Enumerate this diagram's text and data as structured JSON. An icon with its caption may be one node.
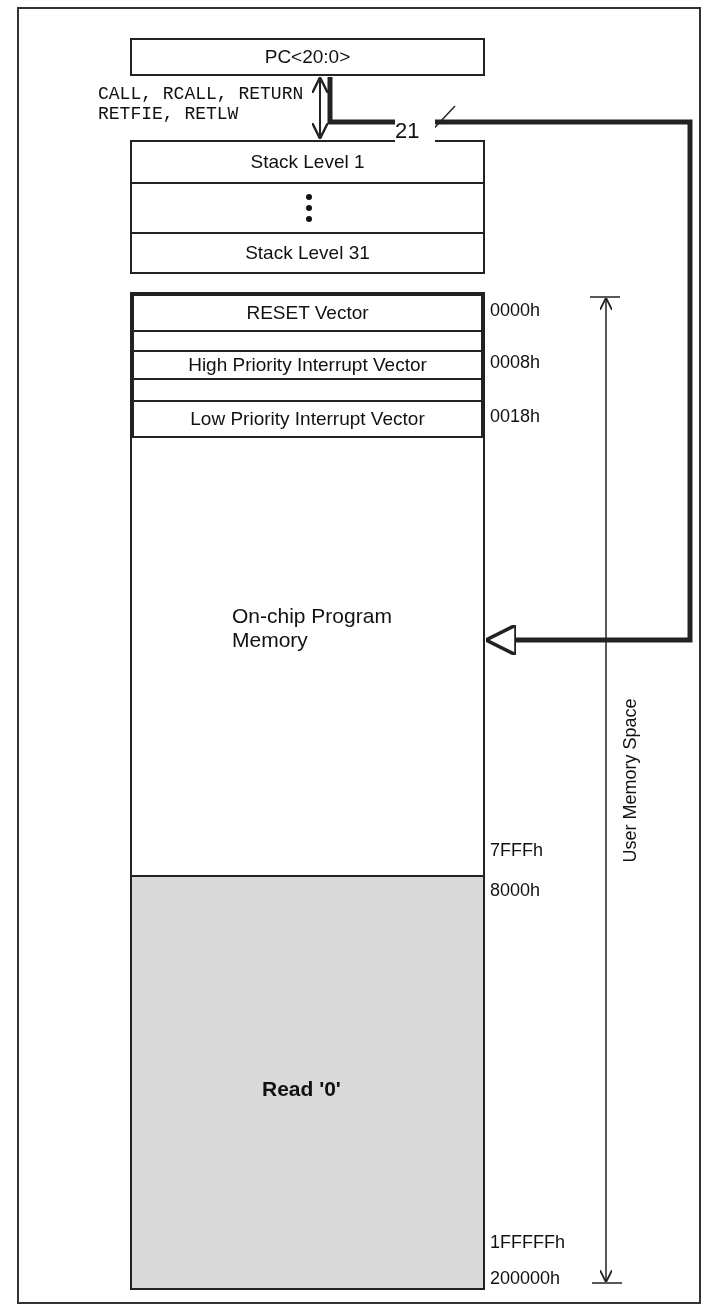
{
  "diagram": {
    "nodes": [
      {
        "text": [
          "PC<20:0>"
        ]
      },
      {
        "text": [
          "Stack Level 1"
        ]
      },
      {
        "text": [],
        "shape": "box"
      },
      {
        "text": [
          "Stack Level 31"
        ]
      },
      {
        "text": [
          "On-chip Program Memory"
        ]
      },
      {
        "text": [
          "RESET Vector"
        ],
        "in": 4,
        "beside": [
          "0000h"
        ]
      },
      {
        "text": [],
        "shape": "box",
        "in": 4
      },
      {
        "text": [
          "High Priority Interrupt Vector"
        ],
        "in": 4,
        "beside": [
          "0008h"
        ]
      },
      {
        "text": [],
        "shape": "box",
        "in": 4
      },
      {
        "text": [
          "Low Priority Interrupt Vector"
        ],
        "in": 4,
        "beside": [
          "0018h"
        ]
      },
      {
        "text": [
          "Read '0'"
        ]
      }
    ],
    "edges": [
      {
        "from": 0,
        "to": 1,
        "arrow": "both",
        "label": "CALL, RCALL, RETURN RETFIE, RETLW"
      },
      {
        "from": 0,
        "to": 4,
        "arrow": "to",
        "label": "21",
        "style": "thick"
      }
    ],
    "labels": [
      "7FFFh",
      "8000h",
      "1FFFFFh",
      "200000h",
      "User Memory Space"
    ]
  }
}
